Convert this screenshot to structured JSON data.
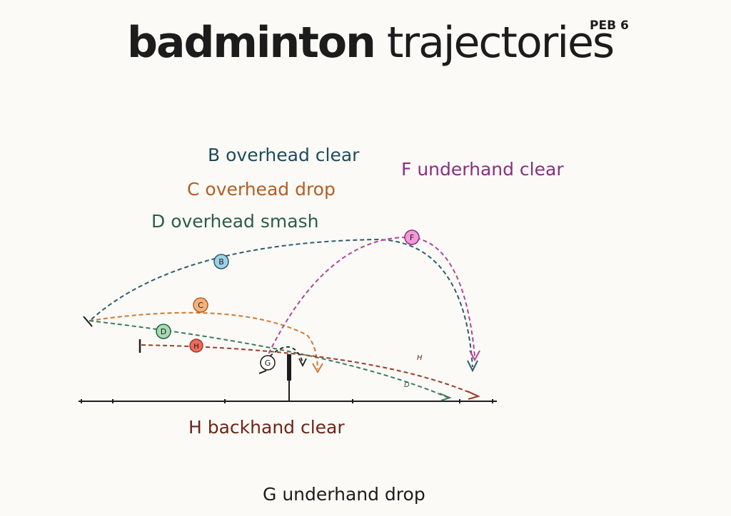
{
  "title": {
    "bold": "badminton",
    "light": "trajectories"
  },
  "page_code": "PEB 6",
  "colors": {
    "B": "#2f5c6e",
    "C": "#d07a34",
    "D": "#3d7a5e",
    "F": "#b0459e",
    "H": "#9c3b2a",
    "G": "#1c1c1c",
    "court": "#1c1c1c"
  },
  "legend": {
    "B": "B overhead clear",
    "C": "C overhead drop",
    "D": "D overhead smash",
    "F": "F underhand clear",
    "H": "H backhand clear",
    "G": "G underhand drop"
  },
  "markers": {
    "B": "B",
    "C": "C",
    "D": "D",
    "F": "F",
    "H": "H",
    "G": "G"
  },
  "end_marks": {
    "H": "H",
    "D": "D"
  }
}
